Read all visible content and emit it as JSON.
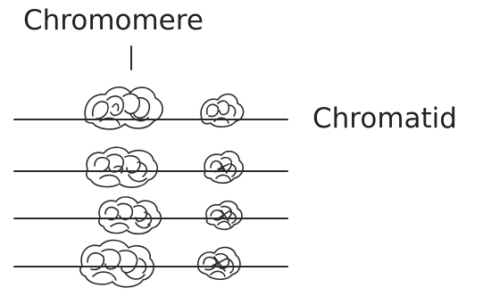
{
  "diagram": {
    "labels": {
      "chromomere": "Chromomere",
      "chromatid": "Chromatid"
    },
    "ink_color": "#2b2b2b",
    "chromatid_count": 4,
    "chromomeres_per_chromatid": 2
  }
}
